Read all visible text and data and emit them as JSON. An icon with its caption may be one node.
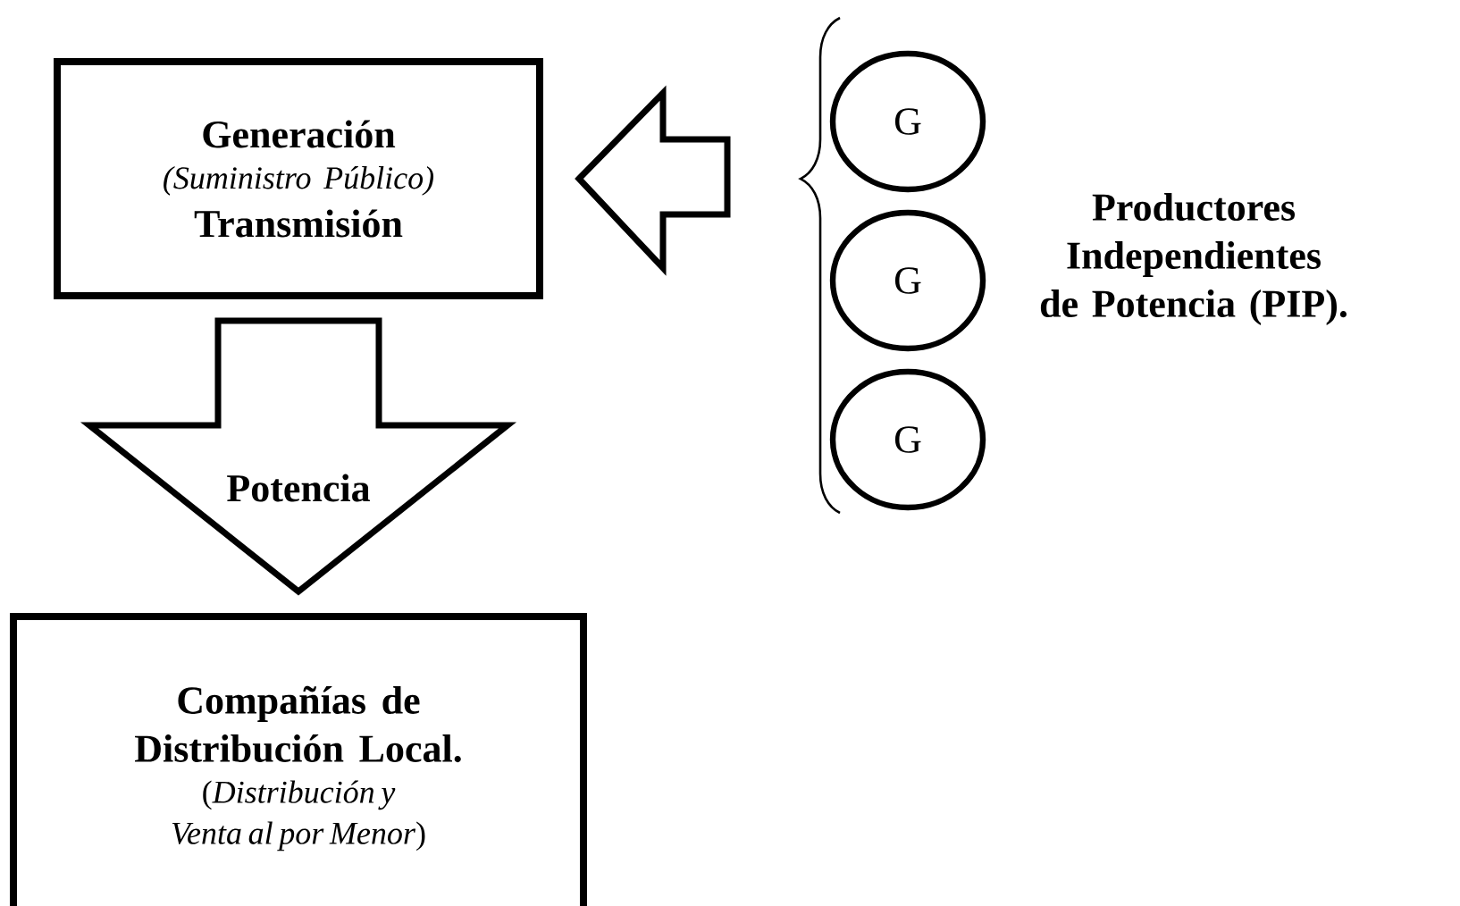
{
  "diagram": {
    "nodes": [
      {
        "text": [
          "Generación",
          "(Suministro Público)",
          "Transmisión"
        ]
      },
      {
        "text": [
          "Compañías de Distribución Local.",
          "(*Distribución y Venta al por Menor*)"
        ]
      },
      {
        "text": [
          "G"
        ]
      },
      {
        "text": [
          "G"
        ]
      },
      {
        "text": [
          "G"
        ]
      }
    ],
    "edges": [
      {
        "from": 0,
        "to": 1,
        "arrow": "to",
        "label": "Potencia"
      },
      {
        "from": null,
        "to": 0,
        "arrow": "to"
      }
    ],
    "labels": [
      "Productores Independientes de Potencia (PIP)."
    ]
  }
}
